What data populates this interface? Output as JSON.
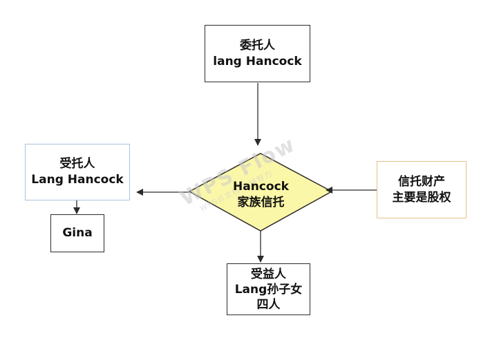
{
  "diagram": {
    "settlor": {
      "line1": "委托人",
      "line2": "lang Hancock"
    },
    "trustee": {
      "line1": "受托人",
      "line2": "Lang Hancock"
    },
    "gina": {
      "label": "Gina"
    },
    "trust": {
      "line1": "Hancock",
      "line2": "家族信托"
    },
    "assets": {
      "line1": "信托财产",
      "line2": "主要是股权"
    },
    "beneficiary": {
      "line1": "受益人",
      "line2": "Lang孙子女",
      "line3": "四人"
    }
  },
  "watermark": {
    "main": "WPS Flow",
    "sub": "WPS云文档·全球智力"
  },
  "colors": {
    "diamond_fill": "#fbf7a8",
    "diamond_stroke": "#2b2b2b",
    "trustee_border": "#a9c3dc",
    "assets_border": "#e3c189",
    "line": "#2b2b2b"
  }
}
